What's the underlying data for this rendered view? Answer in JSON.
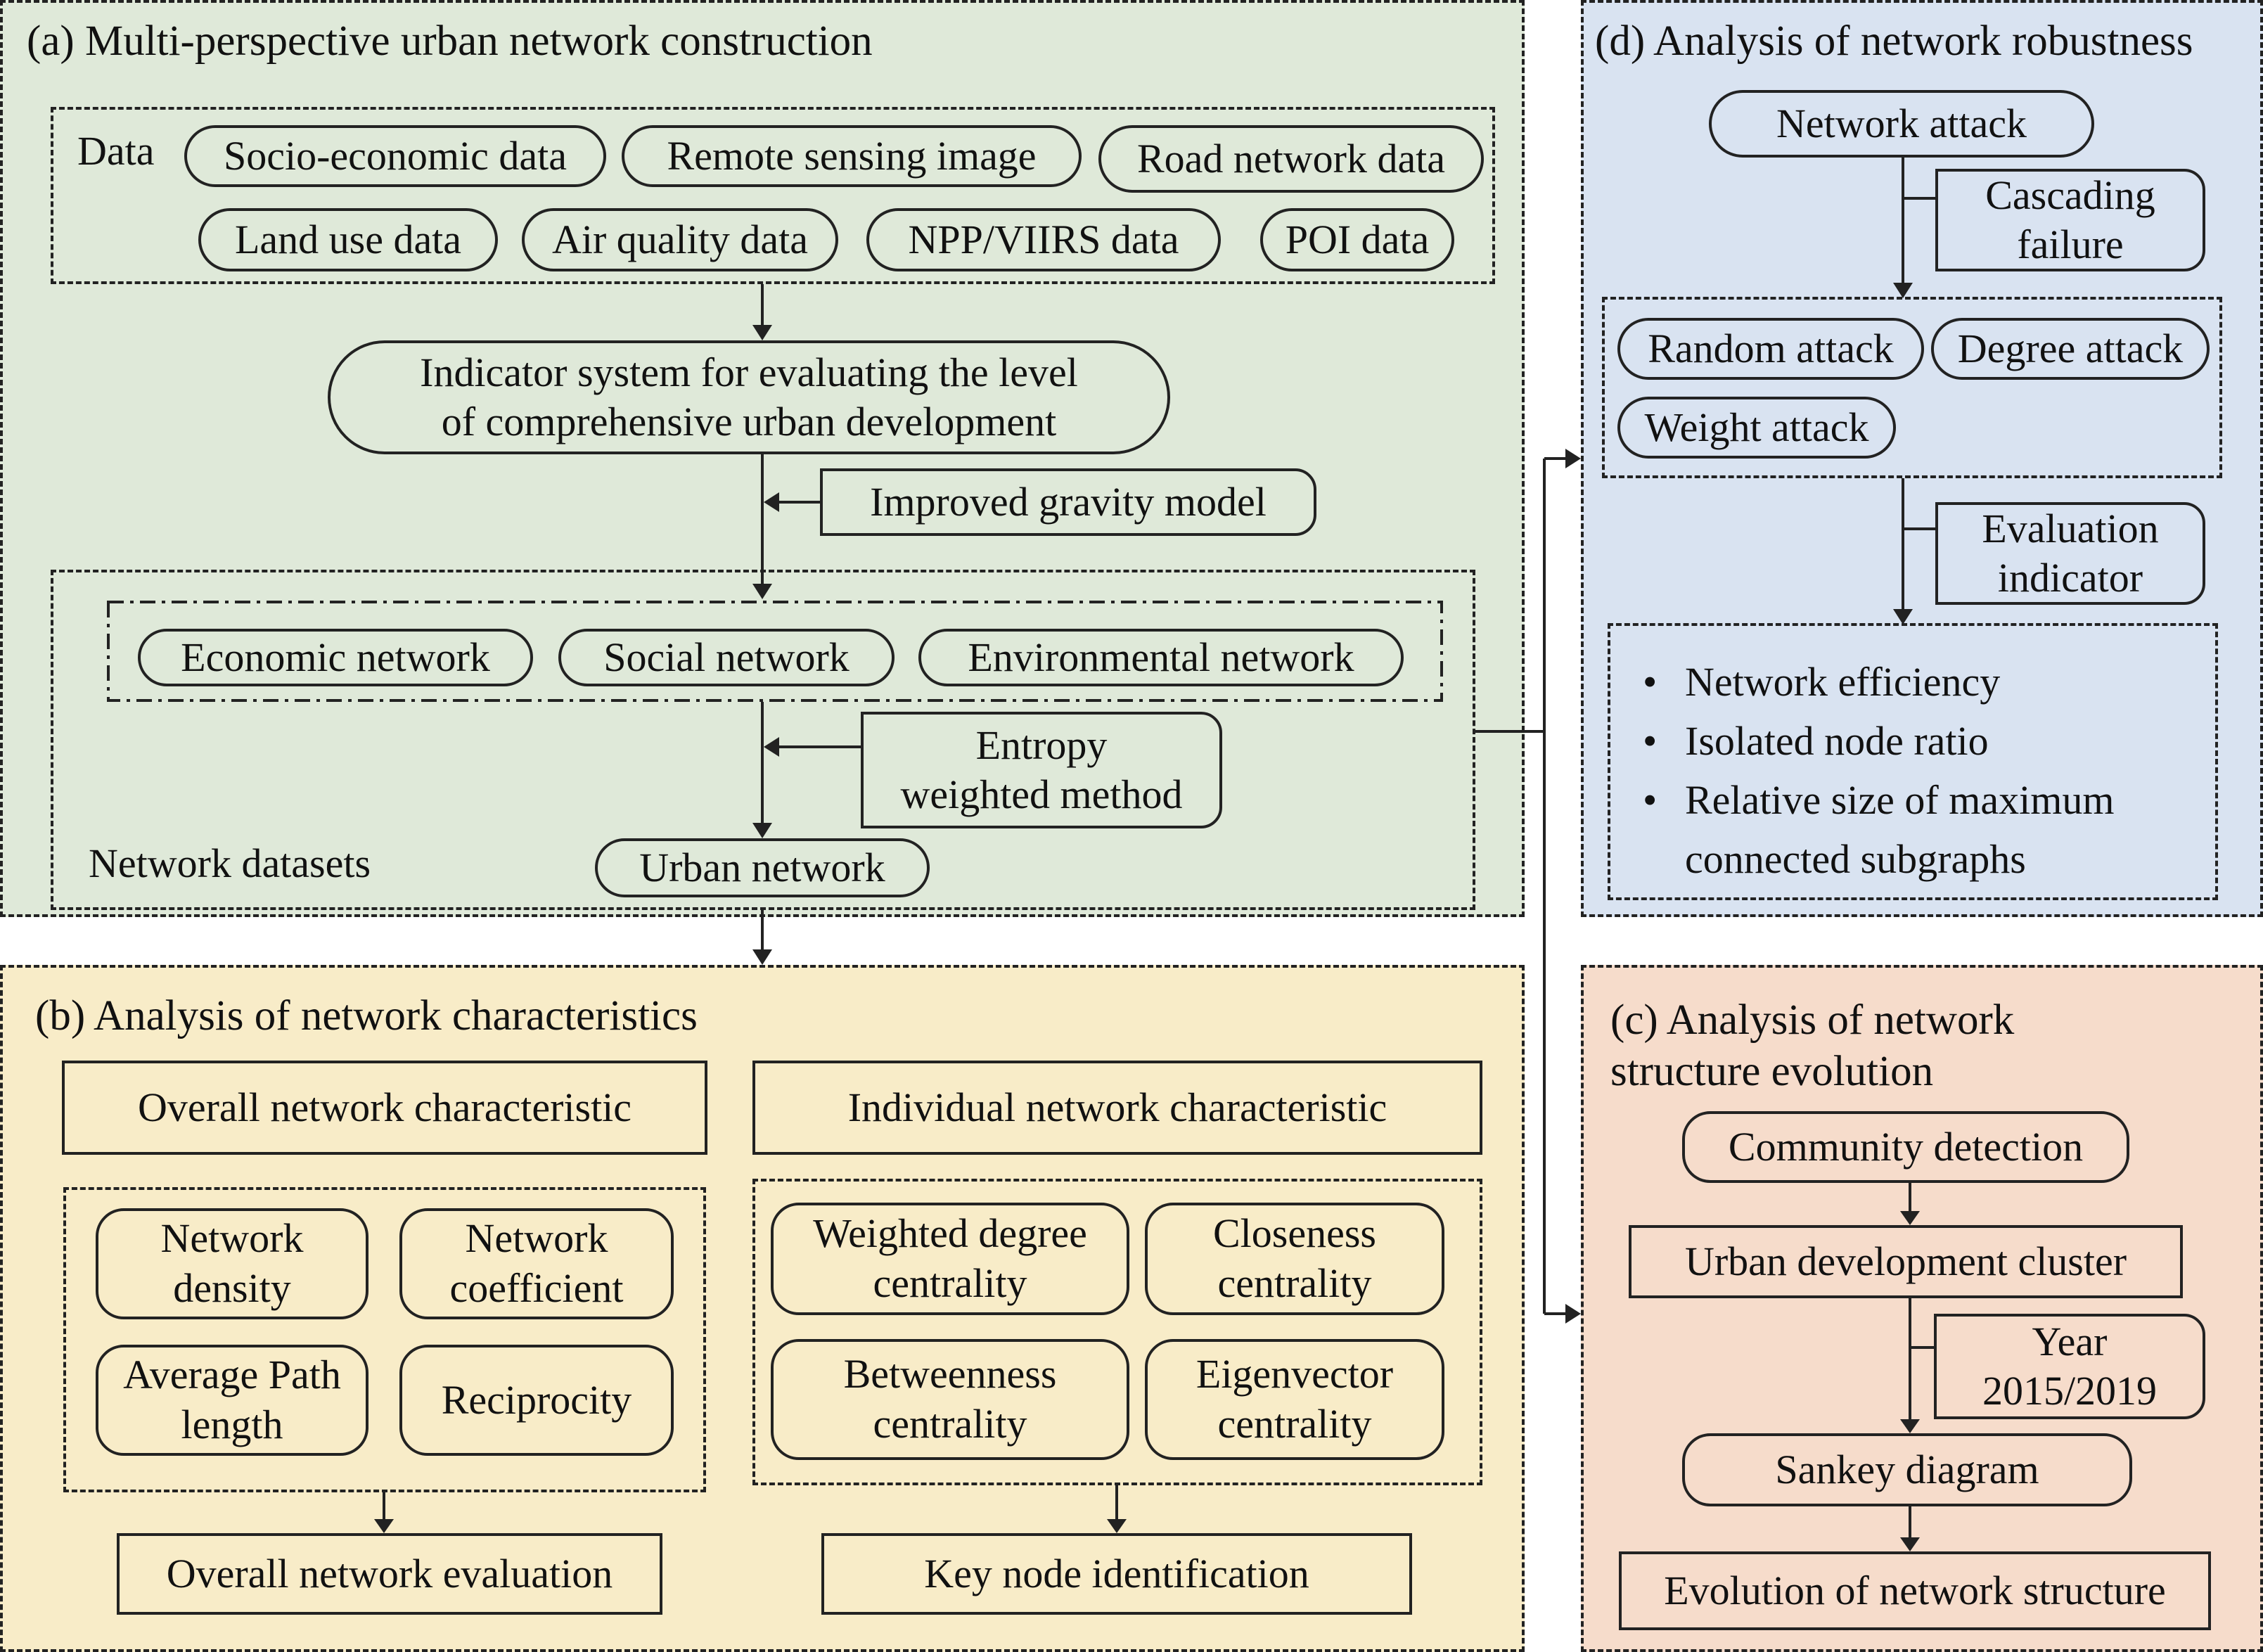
{
  "colors": {
    "panel_a": "#dfe9d9",
    "panel_b": "#f8ecc8",
    "panel_c": "#f6dccb",
    "panel_d": "#d9e3f1",
    "stroke": "#222222"
  },
  "panel_a": {
    "title": "(a) Multi-perspective urban network construction",
    "data_label": "Data",
    "data_items": [
      "Socio-economic data",
      "Remote sensing image",
      "Road network data",
      "Land use data",
      "Air quality data",
      "NPP/VIIRS data",
      "POI data"
    ],
    "indicator_lines": [
      "Indicator system for evaluating the level",
      "of comprehensive urban development"
    ],
    "gravity_model": "Improved gravity model",
    "networks": [
      "Economic network",
      "Social network",
      "Environmental network"
    ],
    "entropy_lines": [
      "Entropy",
      "weighted method"
    ],
    "datasets_label": "Network datasets",
    "urban_network": "Urban network"
  },
  "panel_b": {
    "title": "(b) Analysis of network characteristics",
    "overall_header": "Overall network characteristic",
    "individual_header": "Individual network characteristic",
    "overall_items": [
      [
        "Network",
        "density"
      ],
      [
        "Network",
        "coefficient"
      ],
      [
        "Average Path",
        "length"
      ],
      [
        "Reciprocity"
      ]
    ],
    "individual_items": [
      [
        "Weighted degree",
        "centrality"
      ],
      [
        "Closeness",
        "centrality"
      ],
      [
        "Betweenness",
        "centrality"
      ],
      [
        "Eigenvector",
        "centrality"
      ]
    ],
    "overall_result": "Overall network evaluation",
    "individual_result": "Key node identification"
  },
  "panel_c": {
    "title_lines": [
      "(c) Analysis of network",
      "structure evolution"
    ],
    "community": "Community detection",
    "cluster": "Urban development cluster",
    "year_lines": [
      "Year",
      "2015/2019"
    ],
    "sankey": "Sankey diagram",
    "evolution": "Evolution of network structure"
  },
  "panel_d": {
    "title": "(d) Analysis of network robustness",
    "attack": "Network attack",
    "cascading_lines": [
      "Cascading",
      "failure"
    ],
    "attacks": [
      "Random attack",
      "Degree attack",
      "Weight attack"
    ],
    "evaluation_lines": [
      "Evaluation",
      "indicator"
    ],
    "indicators": [
      "Network efficiency",
      "Isolated node ratio",
      "Relative size of maximum",
      "connected subgraphs"
    ]
  }
}
